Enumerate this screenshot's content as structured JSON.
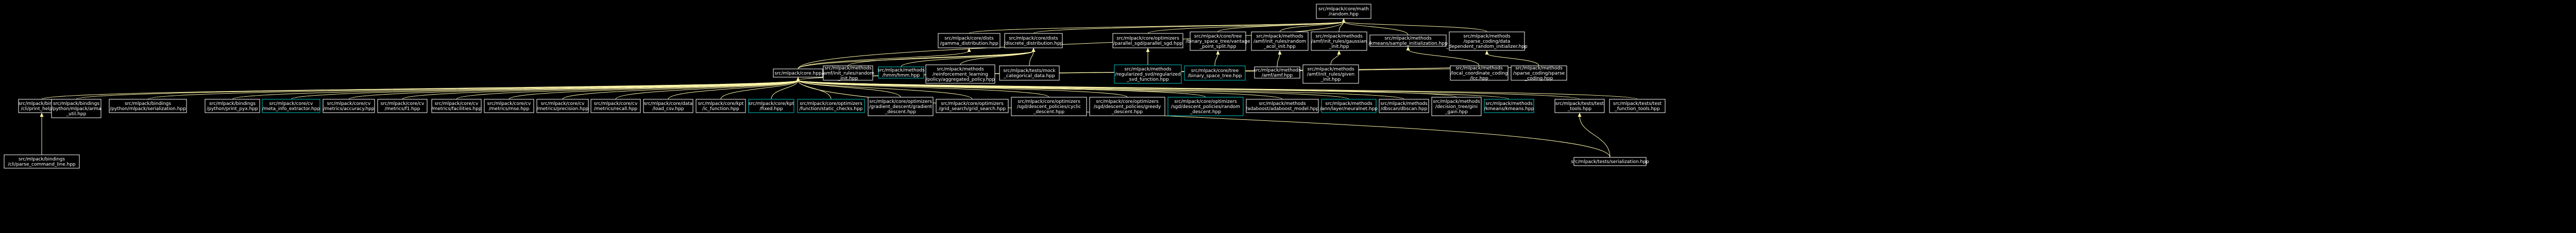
{
  "graph": {
    "title": "src/mlpack/core/math/random.hpp include dependency graph",
    "colors": {
      "background": "#000000",
      "node_border_normal": "#ffffff",
      "node_border_linked": "#00c8c8",
      "node_fill_root": "#bfbfbf",
      "edge": "#fff3a0",
      "text": "#ffffff"
    },
    "nodes": [
      {
        "id": "root",
        "lines": [
          "src/mlpack/core/math",
          "/random.hpp"
        ],
        "role": "root"
      },
      {
        "id": "dists_discrete",
        "lines": [
          "src/mlpack/core/dists",
          "/discrete_distribution.hpp"
        ],
        "role": "normal"
      },
      {
        "id": "dists_gamma",
        "lines": [
          "src/mlpack/core/dists",
          "/gamma_distribution.hpp"
        ],
        "role": "normal"
      },
      {
        "id": "opt_parallel_sgd",
        "lines": [
          "src/mlpack/core/optimizers",
          "/parallel_sgd/parallel_sgd.hpp"
        ],
        "role": "normal"
      },
      {
        "id": "core_vantage",
        "lines": [
          "src/mlpack/core/tree",
          "/binary_space_tree/vantage",
          "_point_split.hpp"
        ],
        "role": "normal"
      },
      {
        "id": "init_random_acol",
        "lines": [
          "src/mlpack/methods",
          "/amf/init_rules/random",
          "_acol_init.hpp"
        ],
        "role": "normal"
      },
      {
        "id": "init_gaussian",
        "lines": [
          "src/mlpack/methods",
          "/amf/init_rules/gaussian",
          "_init.hpp"
        ],
        "role": "normal"
      },
      {
        "id": "kmeans_sample",
        "lines": [
          "src/mlpack/methods",
          "/kmeans/sample_initialization.hpp"
        ],
        "role": "normal"
      },
      {
        "id": "sparse_coding_init",
        "lines": [
          "src/mlpack/methods",
          "/sparse_coding/data",
          "_dependent_random_initializer.hpp"
        ],
        "role": "normal"
      },
      {
        "id": "core_hpp",
        "lines": [
          "src/mlpack/core.hpp"
        ],
        "role": "normal"
      },
      {
        "id": "amf_random_init",
        "lines": [
          "src/mlpack/methods",
          "/amf/init_rules/random",
          "_init.hpp"
        ],
        "role": "normal"
      },
      {
        "id": "hmm",
        "lines": [
          "src/mlpack/methods",
          "/hmm/hmm.hpp"
        ],
        "role": "linked"
      },
      {
        "id": "rl_aggregated",
        "lines": [
          "src/mlpack/methods",
          "/reinforcement_learning",
          "/policy/aggregated_policy.hpp"
        ],
        "role": "normal"
      },
      {
        "id": "tests_mock",
        "lines": [
          "src/mlpack/tests/mock",
          "_categorical_data.hpp"
        ],
        "role": "normal"
      },
      {
        "id": "regularized_svd",
        "lines": [
          "src/mlpack/methods",
          "/regularized_svd/regularized",
          "_svd_function.hpp"
        ],
        "role": "linked"
      },
      {
        "id": "binary_space_tree",
        "lines": [
          "src/mlpack/core/tree",
          "/binary_space_tree.hpp"
        ],
        "role": "linked"
      },
      {
        "id": "amf_amf",
        "lines": [
          "src/mlpack/methods",
          "/amf/amf.hpp"
        ],
        "role": "normal"
      },
      {
        "id": "svd_complete",
        "lines": [
          "src/mlpack/methods",
          "/amf/init_rules/given",
          "_init.hpp"
        ],
        "role": "normal"
      },
      {
        "id": "local_coord",
        "lines": [
          "src/mlpack/methods",
          "/local_coordinate_coding",
          "/lcc.hpp"
        ],
        "role": "normal"
      },
      {
        "id": "sparse_coding",
        "lines": [
          "src/mlpack/methods",
          "/sparse_coding/sparse",
          "_coding.hpp"
        ],
        "role": "normal"
      },
      {
        "id": "cli_help",
        "lines": [
          "src/mlpack/bindings",
          "/cli/print_help.hpp"
        ],
        "role": "normal"
      },
      {
        "id": "py_param",
        "lines": [
          "src/mlpack/bindings",
          "/python/mlpack/arma",
          "_util.hpp"
        ],
        "role": "normal"
      },
      {
        "id": "py_serial",
        "lines": [
          "src/mlpack/bindings",
          "/python/mlpack/serialization.hpp"
        ],
        "role": "normal"
      },
      {
        "id": "py_json",
        "lines": [
          "src/mlpack/bindings",
          "/python/print_pyx.hpp"
        ],
        "role": "normal"
      },
      {
        "id": "meta_info",
        "lines": [
          "src/mlpack/core/cv",
          "/meta_info_extractor.hpp"
        ],
        "role": "linked"
      },
      {
        "id": "m_accuracy",
        "lines": [
          "src/mlpack/core/cv",
          "/metrics/accuracy.hpp"
        ],
        "role": "normal"
      },
      {
        "id": "m_f1",
        "lines": [
          "src/mlpack/core/cv",
          "/metrics/f1.hpp"
        ],
        "role": "normal"
      },
      {
        "id": "m_facilities",
        "lines": [
          "src/mlpack/core/cv",
          "/metrics/facilities.hpp"
        ],
        "role": "normal"
      },
      {
        "id": "m_mse",
        "lines": [
          "src/mlpack/core/cv",
          "/metrics/mse.hpp"
        ],
        "role": "normal"
      },
      {
        "id": "m_precision",
        "lines": [
          "src/mlpack/core/cv",
          "/metrics/precision.hpp"
        ],
        "role": "normal"
      },
      {
        "id": "m_recall",
        "lines": [
          "src/mlpack/core/cv",
          "/metrics/recall.hpp"
        ],
        "role": "normal"
      },
      {
        "id": "load_csv",
        "lines": [
          "src/mlpack/core/data",
          "/load_csv.hpp"
        ],
        "role": "normal"
      },
      {
        "id": "ic_function",
        "lines": [
          "src/mlpack/core/kpt",
          "/ic_function.hpp"
        ],
        "role": "normal"
      },
      {
        "id": "kpt_fixed",
        "lines": [
          "src/mlpack/core/kpt",
          "/fixed.hpp"
        ],
        "role": "linked"
      },
      {
        "id": "static_checks",
        "lines": [
          "src/mlpack/core/optimizers",
          "/function/static_checks.hpp"
        ],
        "role": "linked"
      },
      {
        "id": "gradient_descent",
        "lines": [
          "src/mlpack/core/optimizers",
          "/gradient_descent/gradient",
          "_descent.hpp"
        ],
        "role": "normal"
      },
      {
        "id": "grid_search",
        "lines": [
          "src/mlpack/core/optimizers",
          "/grid_search/grid_search.hpp"
        ],
        "role": "normal"
      },
      {
        "id": "sgd_cyclic",
        "lines": [
          "src/mlpack/core/optimizers",
          "/sgd/descent_policies/cyclic",
          "_descent.hpp"
        ],
        "role": "normal"
      },
      {
        "id": "sgd_greedy",
        "lines": [
          "src/mlpack/core/optimizers",
          "/sgd/descent_policies/greedy",
          "_descent.hpp"
        ],
        "role": "normal"
      },
      {
        "id": "sgd_random",
        "lines": [
          "src/mlpack/core/optimizers",
          "/sgd/descent_policies/random",
          "_descent.hpp"
        ],
        "role": "linked"
      },
      {
        "id": "adaboost_model",
        "lines": [
          "src/mlpack/methods",
          "/adaboost/adaboost_model.hpp"
        ],
        "role": "normal"
      },
      {
        "id": "ann_ffn",
        "lines": [
          "src/mlpack/methods",
          "/ann/layer/neuralnet.hpp"
        ],
        "role": "linked"
      },
      {
        "id": "dbscan",
        "lines": [
          "src/mlpack/methods",
          "/dbscan/dbscan.hpp"
        ],
        "role": "normal"
      },
      {
        "id": "dt_gain",
        "lines": [
          "src/mlpack/methods",
          "/decision_tree/gini",
          "_gain.hpp"
        ],
        "role": "normal"
      },
      {
        "id": "kmeans",
        "lines": [
          "src/mlpack/methods",
          "/kmeans/kmeans.hpp"
        ],
        "role": "linked"
      },
      {
        "id": "tests_test_tools",
        "lines": [
          "src/mlpack/tests/test",
          "_tools.hpp"
        ],
        "role": "normal"
      },
      {
        "id": "tests_test_func",
        "lines": [
          "src/mlpack/tests/test",
          "_function_tools.hpp"
        ],
        "role": "normal"
      },
      {
        "id": "cli_parse",
        "lines": [
          "src/mlpack/bindings",
          "/cli/parse_command_line.hpp"
        ],
        "role": "normal"
      },
      {
        "id": "tests_serial",
        "lines": [
          "src/mlpack/tests/serialization.hpp"
        ],
        "role": "normal"
      }
    ]
  }
}
